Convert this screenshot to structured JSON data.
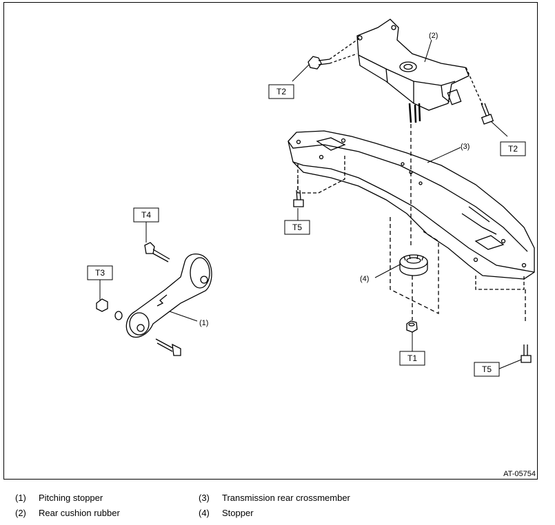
{
  "figure_id": "AT-05754",
  "callouts": {
    "c1": "(1)",
    "c2": "(2)",
    "c3": "(3)",
    "c4": "(4)"
  },
  "torque_labels": {
    "t1": "T1",
    "t2a": "T2",
    "t2b": "T2",
    "t3": "T3",
    "t4": "T4",
    "t5a": "T5",
    "t5b": "T5"
  },
  "legend": [
    {
      "num": "(1)",
      "name": "Pitching stopper"
    },
    {
      "num": "(2)",
      "name": "Rear cushion rubber"
    },
    {
      "num": "(3)",
      "name": "Transmission rear crossmember"
    },
    {
      "num": "(4)",
      "name": "Stopper"
    }
  ]
}
